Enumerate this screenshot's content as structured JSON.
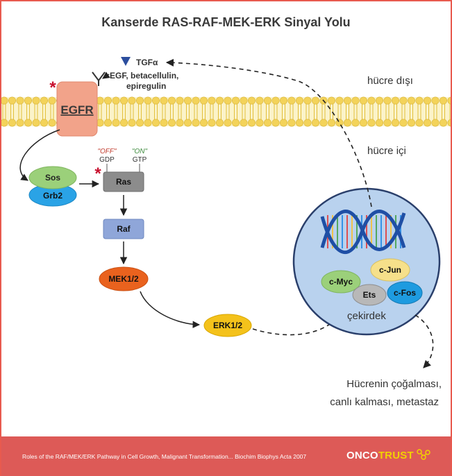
{
  "title": "Kanserde RAS-RAF-MEK-ERK Sinyal Yolu",
  "regions": {
    "extracellular": "hücre dışı",
    "intracellular": "hücre içi",
    "nucleus": "çekirdek"
  },
  "ligands": {
    "tgfa": "TGFα",
    "egf_line1": "EGF, betacellulin,",
    "egf_line2": "epiregulin"
  },
  "receptor": "EGFR",
  "ras_states": {
    "off": "\"OFF\"",
    "gdp": "GDP",
    "on": "\"ON\"",
    "gtp": "GTP"
  },
  "nodes": {
    "sos": "Sos",
    "grb2": "Grb2",
    "ras": "Ras",
    "raf": "Raf",
    "mek": "MEK1/2",
    "erk": "ERK1/2"
  },
  "transcription_factors": {
    "cmyc": "c-Myc",
    "cjun": "c-Jun",
    "ets": "Ets",
    "cfos": "c-Fos"
  },
  "mutation_marker": "*",
  "outcome": {
    "line1": "Hücrenin çoğalması,",
    "line2": "canlı kalması, metastaz"
  },
  "footer": {
    "citation": "Roles of the RAF/MEK/ERK Pathway in Cell Growth, Malignant Transformation... Biochim Biophys Acta 2007",
    "brand_part1": "ONCO",
    "brand_part2": "TRUST"
  },
  "colors": {
    "frame_border": "#e85a4f",
    "footer_bg": "#dd5a57",
    "membrane_yellow": "#f3d35a",
    "egfr": "#f2a38a",
    "sos": "#9bd07a",
    "grb2": "#2aa3e6",
    "ras": "#8c8c8c",
    "raf": "#8fa6d9",
    "mek": "#e9621e",
    "erk": "#f4c21b",
    "nucleus": "#b9d2ee",
    "cjun": "#f6e08a",
    "cfos": "#1e9be0",
    "ets": "#b8b8b8",
    "marker": "#c8102e"
  }
}
